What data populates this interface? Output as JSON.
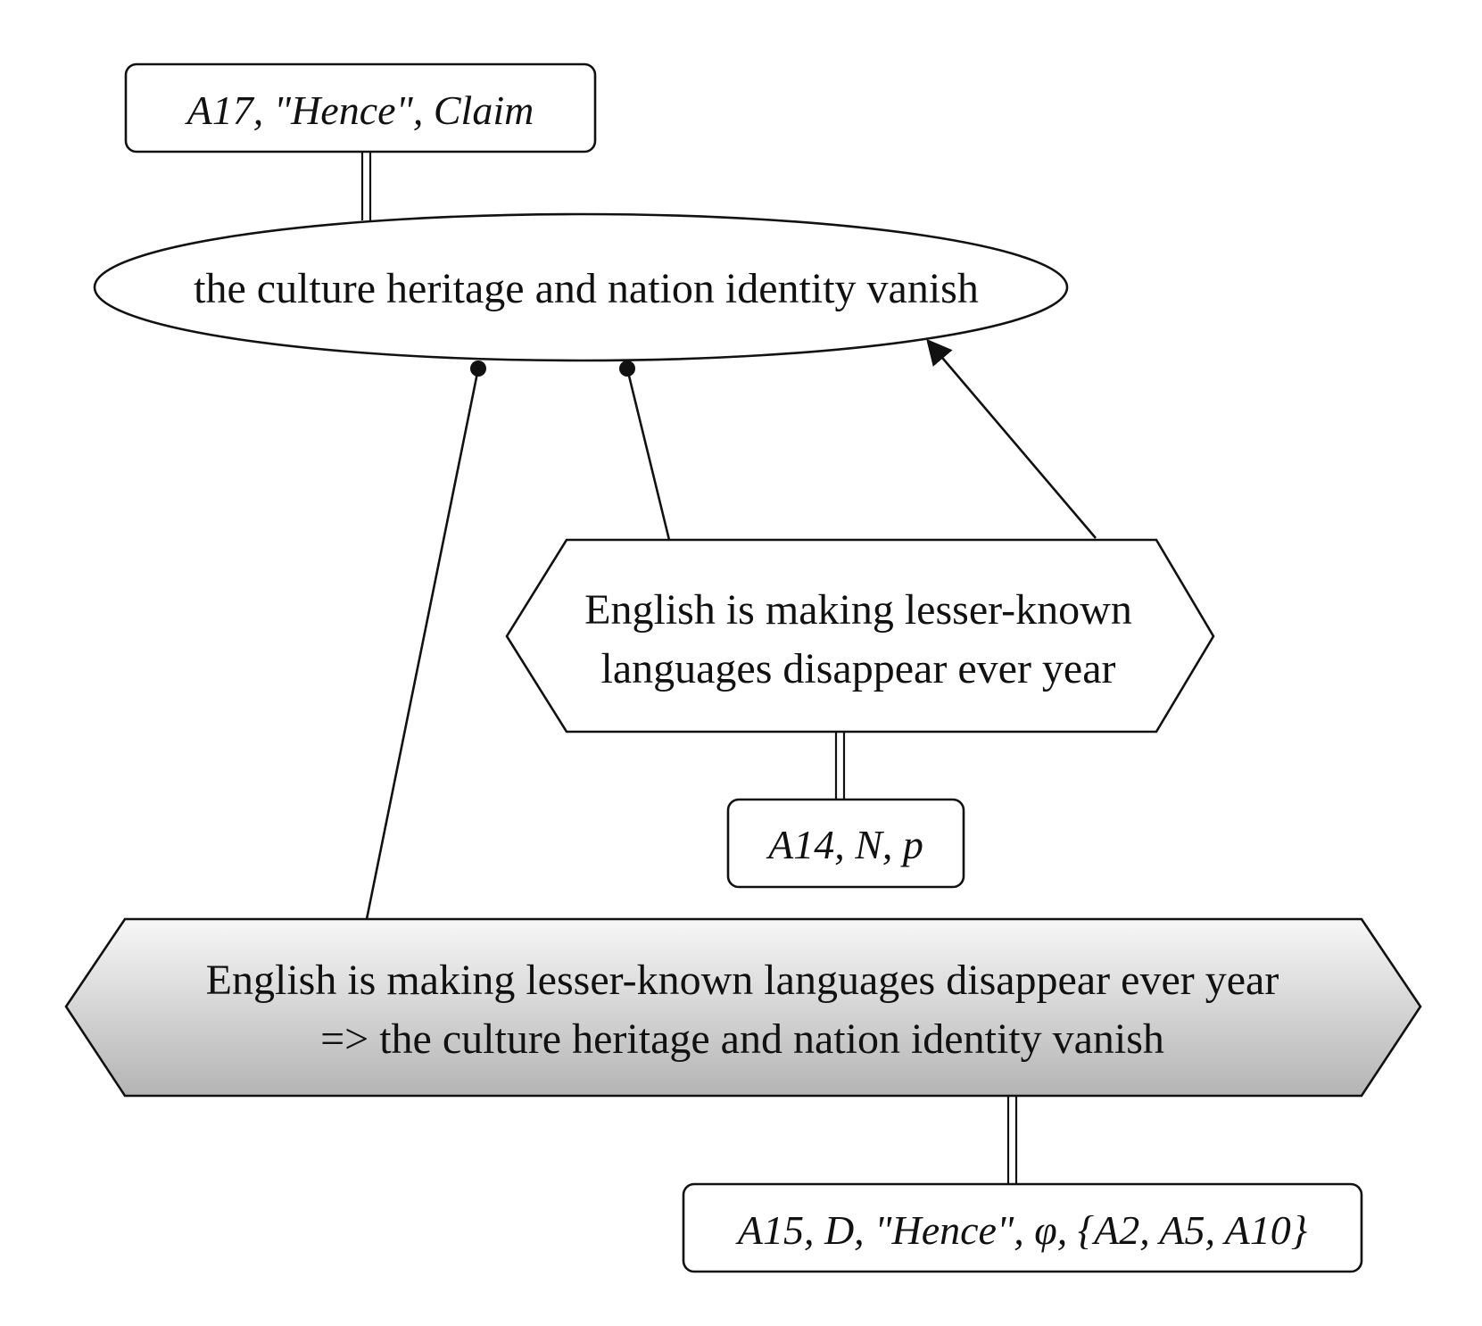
{
  "nodes": {
    "claim_tag": {
      "text": "A17, \"Hence\", Claim"
    },
    "claim": {
      "text": "the culture heritage and nation identity vanish"
    },
    "premise": {
      "lines": [
        "English is making lesser-known",
        "languages disappear ever year"
      ]
    },
    "premise_tag": {
      "text": "A14, N, p"
    },
    "inference": {
      "lines": [
        "English is making lesser-known languages disappear ever year",
        "=> the culture heritage and nation identity vanish"
      ]
    },
    "inference_tag": {
      "text": "A15, D, \"Hence\", φ, {A2, A5, A10}"
    }
  },
  "colors": {
    "stroke": "#111111",
    "inference_fill_top": "#f7f7f7",
    "inference_fill_bottom": "#b4b4b4"
  }
}
